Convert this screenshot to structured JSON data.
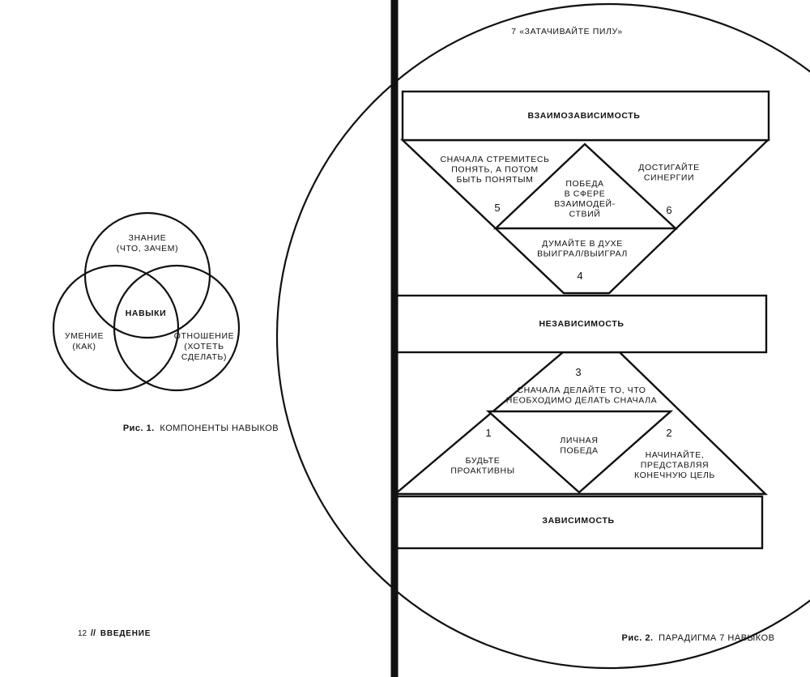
{
  "fig1": {
    "circles": {
      "top": "ЗНАНИЕ\n(ЧТО, ЗАЧЕМ)",
      "left": "УМЕНИЕ\n(КАК)",
      "right": "ОТНОШЕНИЕ\n(ХОТЕТЬ\nСДЕЛАТЬ)",
      "center": "НАВЫКИ"
    },
    "caption_prefix": "Рис. 1.",
    "caption_text": "КОМПОНЕНТЫ НАВЫКОВ"
  },
  "footer": {
    "page_number": "12",
    "separator": "//",
    "section": "ВВЕДЕНИЕ"
  },
  "fig2": {
    "habit7": "7 «ЗАТАЧИВАЙТЕ ПИЛУ»",
    "bar_interdependence": "ВЗАИМОЗАВИСИМОСТЬ",
    "bar_independence": "НЕЗАВИСИМОСТЬ",
    "bar_dependence": "ЗАВИСИМОСТЬ",
    "upper": {
      "habit5_text": "СНАЧАЛА СТРЕМИТЕСЬ\nПОНЯТЬ, А ПОТОМ\nБЫТЬ ПОНЯТЫМ",
      "habit5_num": "5",
      "habit6_text": "ДОСТИГАЙТЕ\nСИНЕРГИИ",
      "habit6_num": "6",
      "victory": "ПОБЕДА\nВ СФЕРЕ\nВЗАИМОДЕЙ-\nСТВИЙ",
      "habit4_text": "ДУМАЙТЕ В ДУХЕ\nВЫИГРАЛ/ВЫИГРАЛ",
      "habit4_num": "4"
    },
    "lower": {
      "habit3_num": "3",
      "habit3_text": "СНАЧАЛА ДЕЛАЙТЕ ТО, ЧТО\nНЕОБХОДИМО ДЕЛАТЬ СНАЧАЛА",
      "habit1_num": "1",
      "habit1_text": "БУДЬТЕ\nПРОАКТИВНЫ",
      "habit2_num": "2",
      "habit2_text": "НАЧИНАЙТЕ,\nПРЕДСТАВЛЯЯ\nКОНЕЧНУЮ ЦЕЛЬ",
      "victory": "ЛИЧНАЯ\nПОБЕДА"
    },
    "caption_prefix": "Рис. 2.",
    "caption_text": "ПАРАДИГМА 7 НАВЫКОВ"
  }
}
